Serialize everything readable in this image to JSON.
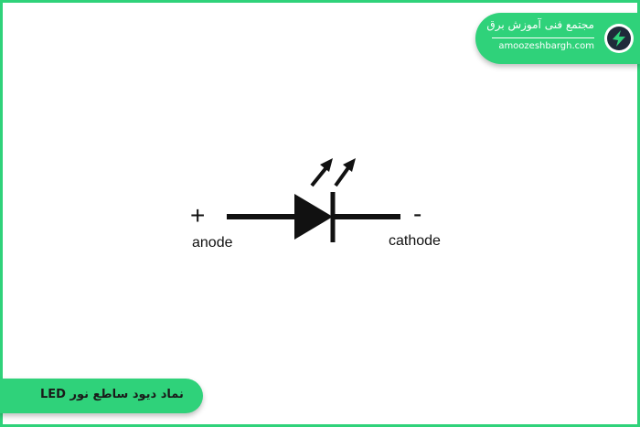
{
  "brand": {
    "title": "مجتمع فنی آموزش برق",
    "url": "amoozeshbargh.com",
    "logo_icon": "lightning-bolt-icon"
  },
  "diagram": {
    "anode_sign": "+",
    "cathode_sign": "-",
    "anode_label": "anode",
    "cathode_label": "cathode",
    "symbol_icon": "led-diode-symbol"
  },
  "caption": {
    "text": "نماد دیود ساطع نور  LED"
  },
  "colors": {
    "accent": "#2fd27a",
    "symbol": "#111111",
    "logo_bg": "#1f2a3a",
    "logo_bolt": "#2fd27a"
  }
}
